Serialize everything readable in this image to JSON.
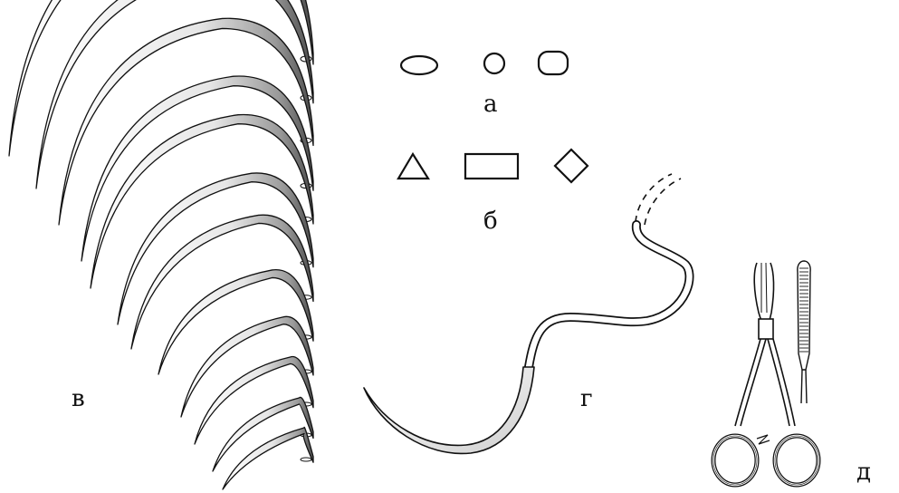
{
  "labels": {
    "a": "а",
    "b": "б",
    "v": "в",
    "g": "г",
    "d": "д"
  },
  "colors": {
    "stroke": "#111111",
    "needle_light": "#f4f4f4",
    "needle_dark": "#6a6a6a",
    "background": "#ffffff"
  },
  "cross_sections": {
    "a": [
      "oval",
      "circle",
      "rounded-square"
    ],
    "b": [
      "triangle",
      "rectangle",
      "diamond"
    ]
  },
  "needle_count": 12,
  "icons": [
    "curved-needle-icon",
    "atraumatic-needle-with-suture-icon",
    "needle-holder-icon",
    "needle-holder-jaw-detail-icon"
  ]
}
